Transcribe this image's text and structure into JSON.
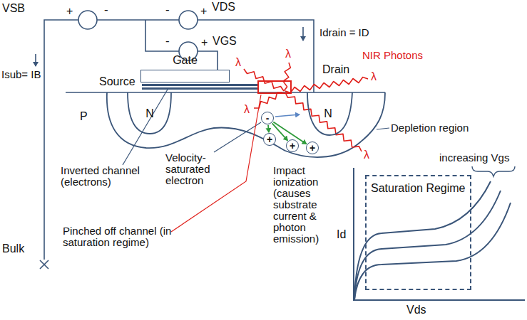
{
  "diagram": {
    "nodes": [
      {
        "text": [
          "Gate"
        ]
      },
      {
        "text": [
          "N"
        ]
      },
      {
        "text": [
          "N"
        ]
      },
      {
        "text": [
          "-"
        ]
      },
      {
        "text": [
          "+"
        ]
      },
      {
        "text": [
          "+"
        ]
      },
      {
        "text": [
          "+"
        ]
      },
      {
        "text": [
          "Saturation Regime"
        ]
      }
    ],
    "edges": [
      {
        "from": 3,
        "to": 4,
        "arrow": "to"
      },
      {
        "from": 3,
        "to": 5,
        "arrow": "to"
      },
      {
        "from": 3,
        "to": 6,
        "arrow": "to"
      }
    ],
    "labels": [
      "VSB",
      "+",
      "-",
      "-",
      "VDS",
      "+",
      "-",
      "VGS",
      "+",
      "Idrain = ID",
      "Isub= IB",
      "Bulk",
      "Source",
      "Drain",
      "P",
      "NIR Photons",
      "λ",
      "λ",
      "λ",
      "λ",
      "λ",
      "Depletion region",
      "Velocity-saturated electron",
      "Inverted channel (electrons)",
      "Pinched off channel (in saturation regime)",
      "Impact ionization (causes substrate current & photon emission)",
      "Id",
      "Vds",
      "increasing Vgs"
    ]
  }
}
